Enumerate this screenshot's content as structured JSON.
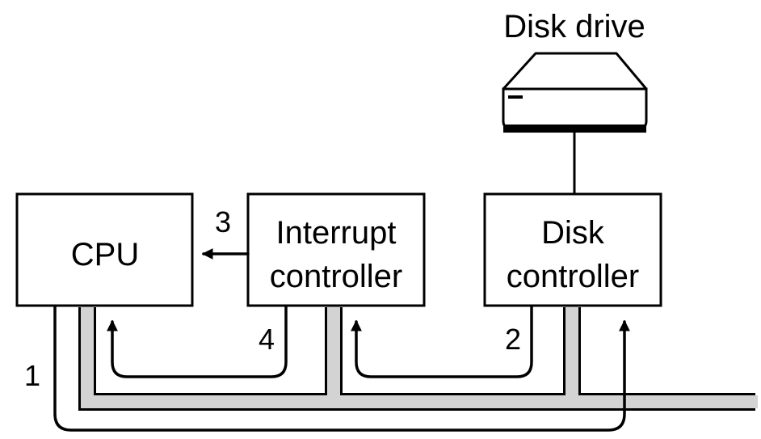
{
  "labels": {
    "disk_drive": "Disk drive",
    "cpu": "CPU",
    "interrupt_controller_line1": "Interrupt",
    "interrupt_controller_line2": "controller",
    "disk_controller_line1": "Disk",
    "disk_controller_line2": "controller"
  },
  "steps": {
    "step1": "1",
    "step2": "2",
    "step3": "3",
    "step4": "4"
  },
  "colors": {
    "bus_fill": "#d3d3d3",
    "line": "#000000",
    "background": "#ffffff"
  }
}
